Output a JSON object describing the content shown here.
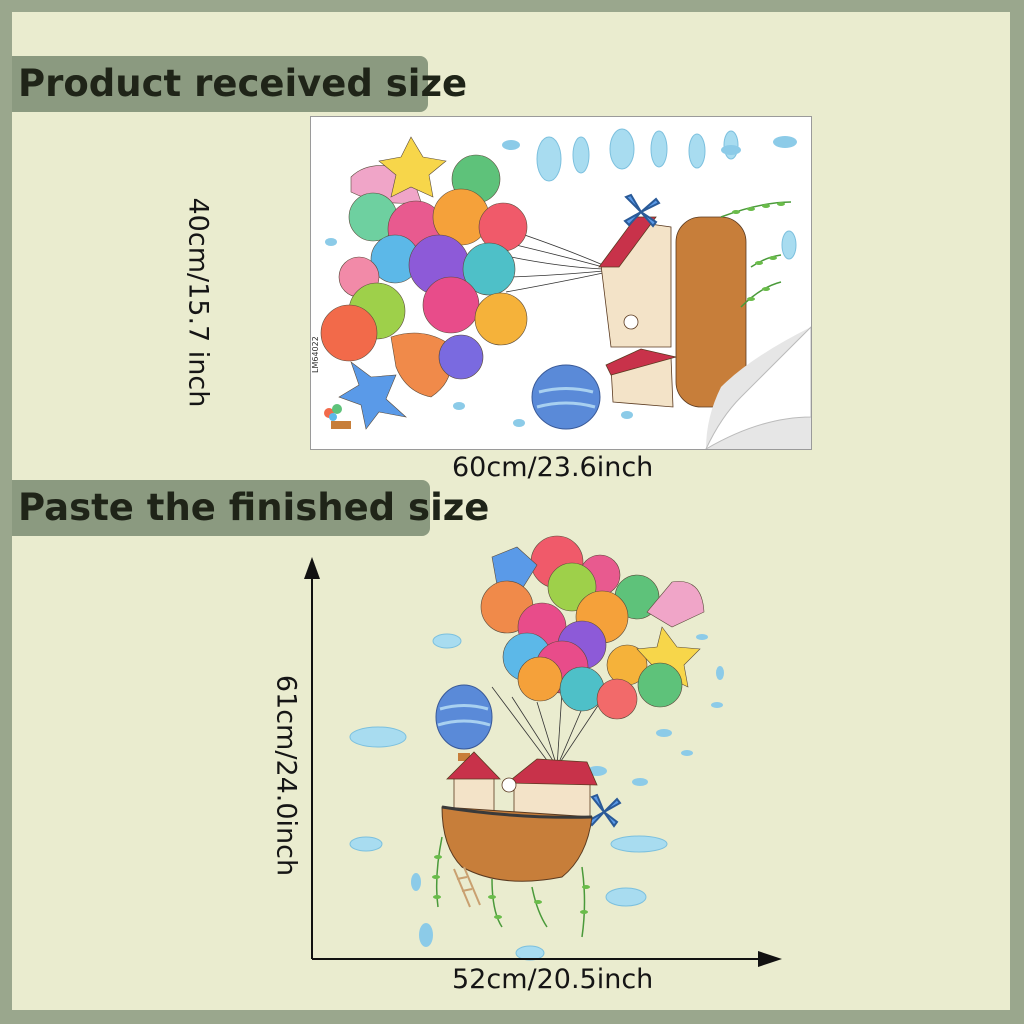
{
  "sections": {
    "top_title": "Product received size",
    "bottom_title": "Paste the finished size"
  },
  "product": {
    "width_label": "60cm/23.6inch",
    "height_label": "40cm/15.7 inch",
    "sheet_code": "LM64022"
  },
  "finished": {
    "width_label": "52cm/20.5inch",
    "height_label": "61cm/24.0inch"
  },
  "colors": {
    "outer_border": "#9aa78d",
    "panel_bg": "#eaeccf",
    "banner_bg": "#8b9a80"
  }
}
